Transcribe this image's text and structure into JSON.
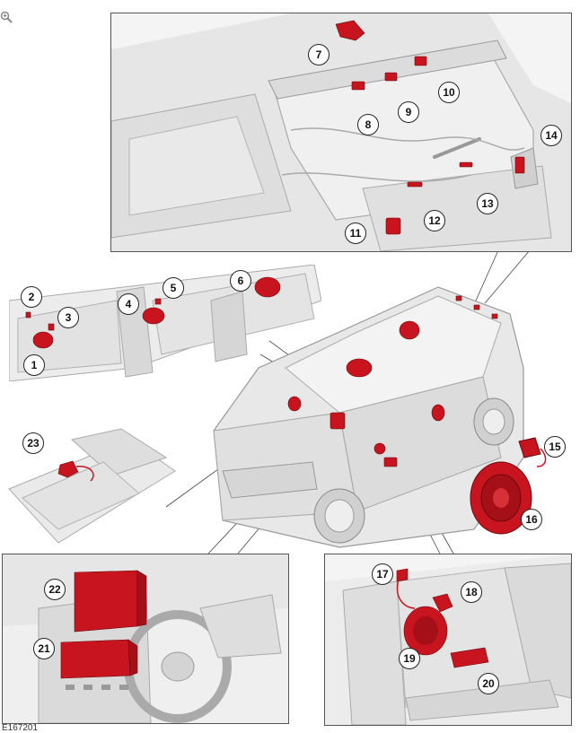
{
  "figure_id": "E167201",
  "zoom_icon": "magnifier-zoom-icon",
  "callouts": [
    "1",
    "2",
    "3",
    "4",
    "5",
    "6",
    "7",
    "8",
    "9",
    "10",
    "11",
    "12",
    "13",
    "14",
    "15",
    "16",
    "17",
    "18",
    "19",
    "20",
    "21",
    "22",
    "23"
  ],
  "colors": {
    "component_red": "#c8141e",
    "body_grey": "#e2e2e2",
    "line_grey": "#9a9a9a",
    "border": "#555555"
  }
}
